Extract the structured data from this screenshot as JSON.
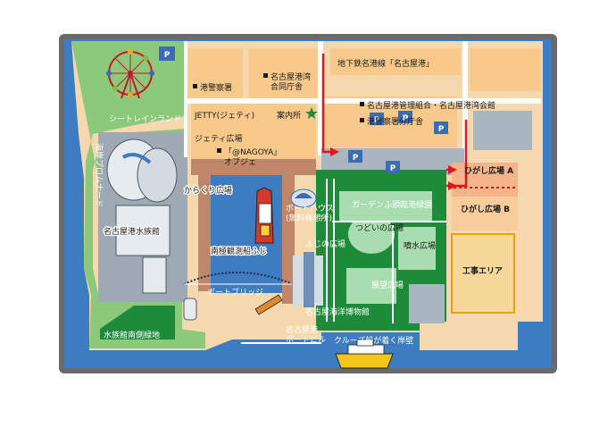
{
  "colors": {
    "water": "#3d7cc0",
    "water_border": "#1e4f8a",
    "frame": "#6a6a6a",
    "building": "#f8c98a",
    "building_soft": "#f6d8ae",
    "road": "#ffffff",
    "park_dark": "#1e8b3a",
    "park_light": "#8cc97a",
    "plaza": "#a8ddb0",
    "grey_area": "#a9b5bf",
    "parking": "#3b6cb0",
    "walkway": "#c0866a",
    "arrow_red": "#e3141c",
    "east_plaza_a": "#f6b48a",
    "east_plaza_b": "#f9cc9c",
    "construction": "#f6d89a",
    "construction_border": "#e8a40a"
  },
  "labels": {
    "police_station": "港警察署",
    "port_joint_building": "名古屋港湾\n合同庁舎",
    "subway_line": "地下鉄名港線「名古屋港」",
    "management_association": "名古屋港管理組合・名古屋港湾会館",
    "police_branch": "港警察署分庁舎",
    "jetty": "JETTY(ジェティ)",
    "info_center": "案内所",
    "jetty_plaza": "ジェティ広場",
    "nagoya_object": "「@NAGOYA」\nオブジェ",
    "karakuri_plaza": "からくり広場",
    "seatrain_land": "シートレインランド",
    "coast_promenade": "海岸プロムナード",
    "aquarium": "名古屋港水族館",
    "antarctic_ship": "南極観測船ふじ",
    "port_bridge": "ポートブリッジ",
    "aquarium_south_green": "水族館南側緑地",
    "port_house": "ポートハウス\n(無料休憩所)",
    "garden_pier": "ガーデンふ頭臨港緑園",
    "fuji_plaza": "ふじの広場",
    "tsudoi_plaza": "つどいの広場",
    "fountain_plaza": "噴水広場",
    "observation_plaza": "展望広場",
    "maritime_museum": "名古屋海洋博物館",
    "port_building": "名古屋港\nポートビル",
    "cruise_wharf": "クルーズ船が着く岸壁",
    "east_plaza_a": "ひがし広場 A",
    "east_plaza_b": "ひがし広場 B",
    "construction_area": "工事エリア",
    "parking": "P"
  }
}
